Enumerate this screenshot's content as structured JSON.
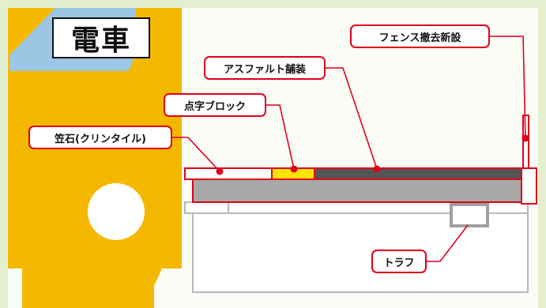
{
  "title": "電車",
  "labels": {
    "kasaishi": "笠石(クリンタイル)",
    "tenji": "点字ブロック",
    "asphalt": "アスファルト舗装",
    "fence": "フェンス撤去新設",
    "trough": "トラフ"
  },
  "colors": {
    "background": "#e3efcf",
    "train_body": "#f5b800",
    "train_window": "#9cc6e4",
    "accent": "#e0001b",
    "tenji_block": "#ffe400",
    "asphalt": "#555555",
    "base": "#a8a8a8"
  }
}
